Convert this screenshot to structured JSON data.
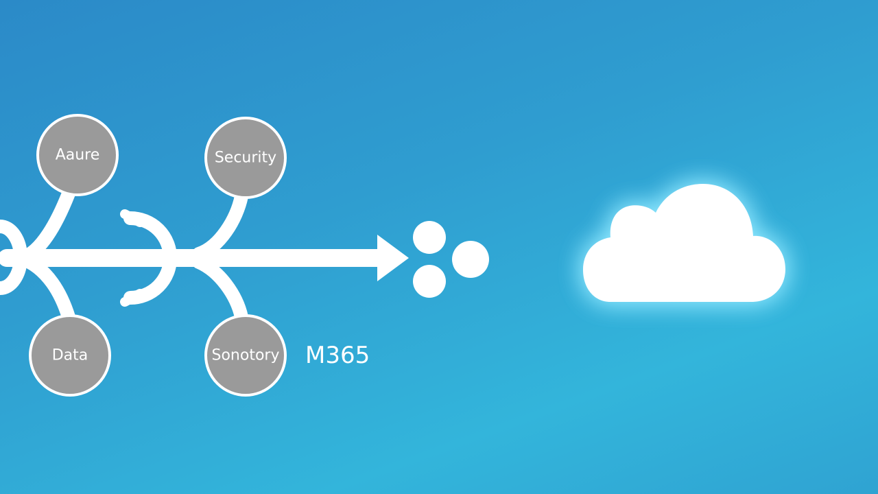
{
  "nodes": {
    "top_left": {
      "label": "Aaure"
    },
    "top_right": {
      "label": "Security"
    },
    "bottom_left": {
      "label": "Data"
    },
    "bottom_right": {
      "label": "Sonotory"
    }
  },
  "m365_label": "M365",
  "colors": {
    "background_start": "#2b8ac8",
    "background_end": "#33b5db",
    "node_fill": "#9a9a9a",
    "line": "#ffffff",
    "cloud": "#ffffff"
  },
  "icons": {
    "cloud": "cloud-icon",
    "arrow": "arrow-right-icon"
  }
}
